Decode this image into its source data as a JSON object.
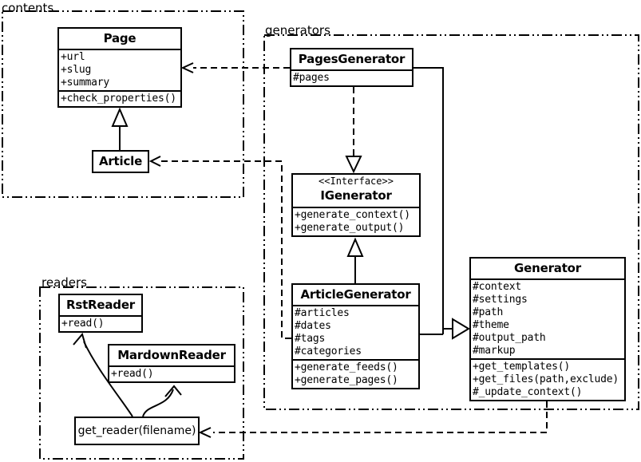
{
  "colors": {
    "line": "#000000",
    "background": "#ffffff"
  },
  "packages": {
    "contents": {
      "label": "contents"
    },
    "generators": {
      "label": "generators"
    },
    "readers": {
      "label": "readers"
    }
  },
  "classes": {
    "page": {
      "name": "Page",
      "attributes": [
        "+url",
        "+slug",
        "+summary"
      ],
      "methods": [
        "+check_properties()"
      ]
    },
    "article": {
      "name": "Article"
    },
    "pages_generator": {
      "name": "PagesGenerator",
      "attributes": [
        "#pages"
      ]
    },
    "igenerator": {
      "stereotype": "<<Interface>>",
      "name": "IGenerator",
      "methods": [
        "+generate_context()",
        "+generate_output()"
      ]
    },
    "article_generator": {
      "name": "ArticleGenerator",
      "attributes": [
        "#articles",
        "#dates",
        "#tags",
        "#categories"
      ],
      "methods": [
        "+generate_feeds()",
        "+generate_pages()"
      ]
    },
    "generator": {
      "name": "Generator",
      "attributes": [
        "#context",
        "#settings",
        "#path",
        "#theme",
        "#output_path",
        "#markup"
      ],
      "methods": [
        "+get_templates()",
        "+get_files(path,exclude)",
        "#_update_context()"
      ]
    },
    "rst_reader": {
      "name": "RstReader",
      "methods": [
        "+read()"
      ]
    },
    "markdown_reader": {
      "name": "MardownReader",
      "methods": [
        "+read()"
      ]
    },
    "get_reader": {
      "name": "get_reader(filename)"
    }
  },
  "relations": [
    {
      "from": "Article",
      "to": "Page",
      "type": "inheritance"
    },
    {
      "from": "PagesGenerator",
      "to": "IGenerator",
      "type": "realization"
    },
    {
      "from": "ArticleGenerator",
      "to": "IGenerator",
      "type": "inheritance"
    },
    {
      "from": "PagesGenerator",
      "to": "Generator",
      "type": "inheritance"
    },
    {
      "from": "ArticleGenerator",
      "to": "Generator",
      "type": "inheritance"
    },
    {
      "from": "PagesGenerator",
      "to": "Page",
      "type": "dependency"
    },
    {
      "from": "ArticleGenerator",
      "to": "Article",
      "type": "dependency"
    },
    {
      "from": "Generator",
      "to": "get_reader(filename)",
      "type": "dependency"
    },
    {
      "from": "get_reader(filename)",
      "to": "RstReader",
      "type": "uses"
    },
    {
      "from": "get_reader(filename)",
      "to": "MardownReader",
      "type": "uses"
    }
  ]
}
